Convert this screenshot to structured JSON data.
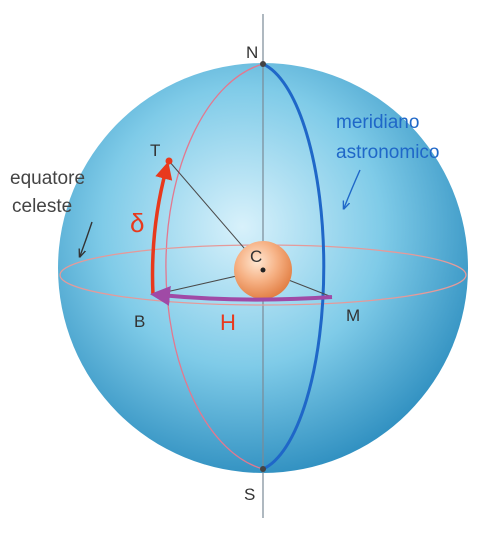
{
  "labels": {
    "north": "N",
    "south": "S",
    "star": "T",
    "center": "C",
    "meridian_point": "M",
    "equator_point": "B",
    "declination": "δ",
    "hour_angle": "H",
    "meridian_line1": "meridiano",
    "meridian_line2": "astronomico",
    "equator_line1": "equatore",
    "equator_line2": "celeste"
  },
  "colors": {
    "sphere_light": "#d8f1fb",
    "sphere_mid": "#7fcbe8",
    "sphere_dark": "#2f8fc0",
    "meridian": "#1f67c8",
    "hidden_circle": "#e3788f",
    "equator": "#e59a9a",
    "declination_arc": "#e8391d",
    "hour_angle_arc": "#a04aa6",
    "label_orange": "#e8391d",
    "label_blue": "#1f67c8",
    "earth": "#f4a06a"
  }
}
